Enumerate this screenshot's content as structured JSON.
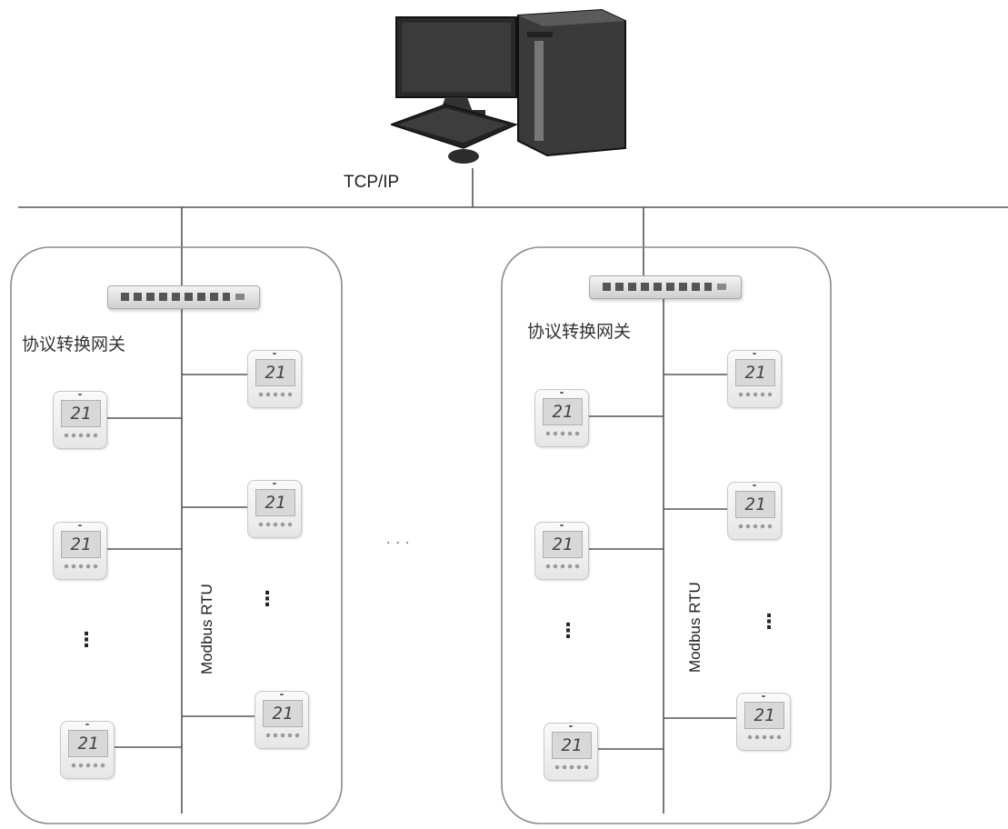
{
  "network": {
    "backbone_label": "TCP/IP"
  },
  "groups": [
    {
      "gateway_label": "协议转换网关",
      "bus_label": "Modbus RTU"
    },
    {
      "gateway_label": "协议转换网关",
      "bus_label": "Modbus RTU"
    }
  ],
  "device": {
    "display_value": "21"
  },
  "between_groups_ellipsis": "···",
  "column_ellipsis": "⋮",
  "colors": {
    "line": "#555555",
    "group_border": "#8a8a8a"
  }
}
